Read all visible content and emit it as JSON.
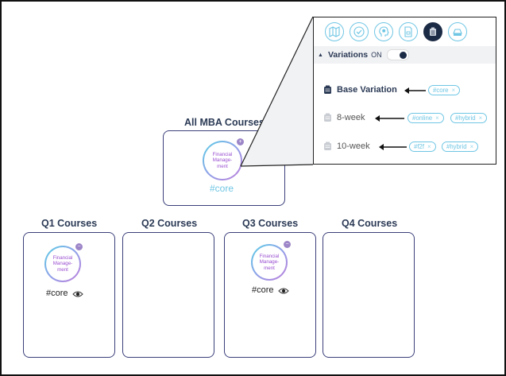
{
  "containers": {
    "all_mba": {
      "title": "All MBA Courses"
    },
    "q1": {
      "title": "Q1 Courses"
    },
    "q2": {
      "title": "Q2 Courses"
    },
    "q3": {
      "title": "Q3 Courses"
    },
    "q4": {
      "title": "Q4 Courses"
    }
  },
  "course": {
    "line1": "Financial",
    "line2": "Manage-",
    "line3": "ment",
    "tag": "#core",
    "badge_add": "+",
    "badge_remove": "−"
  },
  "popup": {
    "icons": [
      "map-icon",
      "check-circle-icon",
      "head-brain-icon",
      "document-icon",
      "stack-list-icon",
      "tray-icon"
    ],
    "active_icon_index": 4,
    "variations_label": "Variations",
    "variations_state": "ON",
    "variations_on": true,
    "variations": [
      {
        "label": "Base Variation",
        "tags": [
          "#core"
        ]
      },
      {
        "label": "8-week",
        "tags": [
          "#online",
          "#hybrid"
        ]
      },
      {
        "label": "10-week",
        "tags": [
          "#f2f",
          "#hybrid"
        ]
      }
    ],
    "chip_close": "×"
  },
  "colors": {
    "box_border": "#3b3f7a",
    "accent_cyan": "#6fc6e4",
    "accent_purple": "#9a4fd0",
    "dark_navy": "#1c2b45"
  }
}
